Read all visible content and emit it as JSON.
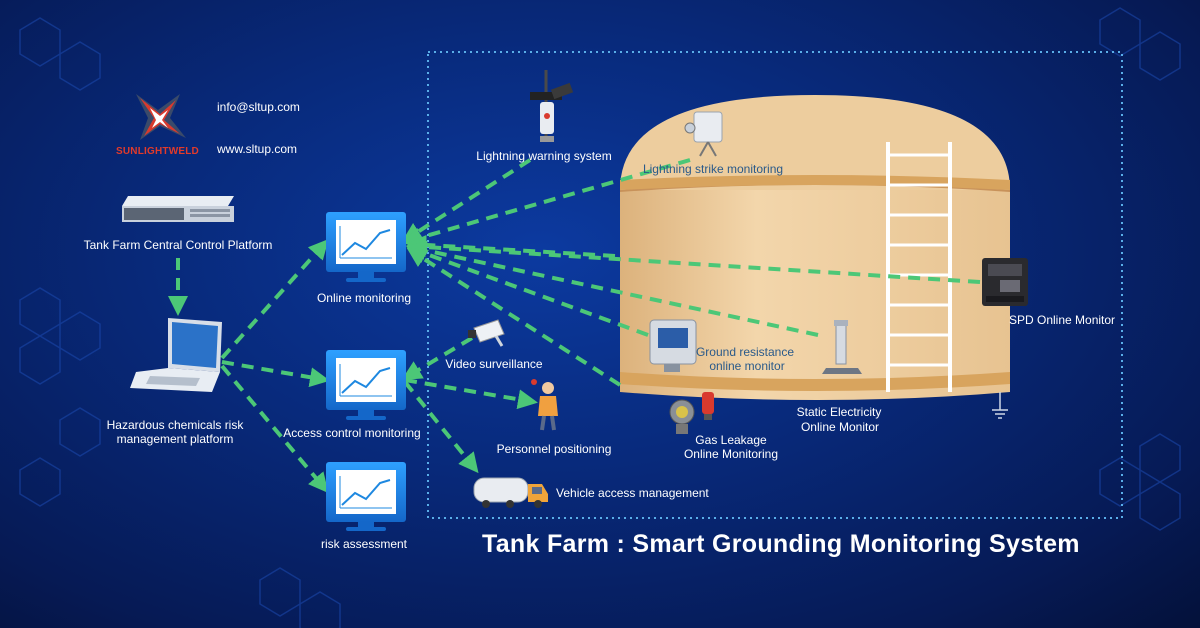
{
  "title": "Tank Farm : Smart Grounding Monitoring System",
  "brand": {
    "name": "SUNLIGHTWELD",
    "email": "info@sltup.com",
    "website": "www.sltup.com"
  },
  "nodes": {
    "central": "Tank Farm Central Control Platform",
    "hazard_line1": "Hazardous chemicals risk",
    "hazard_line2": "management platform",
    "online": "Online monitoring",
    "access": "Access control monitoring",
    "risk": "risk assessment",
    "lightning_warning": "Lightning warning system",
    "lightning_strike": "Lightning strike monitoring",
    "video": "Video surveillance",
    "personnel": "Personnel positioning",
    "vehicle": "Vehicle access management",
    "gas_line1": "Gas Leakage",
    "gas_line2": "Online Monitoring",
    "ground_line1": "Ground resistance",
    "ground_line2": "online monitor",
    "static_line1": "Static Electricity",
    "static_line2": "Online Monitor",
    "spd": "SPD Online Monitor"
  },
  "colors": {
    "arrow": "#4cc777",
    "tank": "#e9c89a",
    "tank_band": "#d8a45e",
    "dotted_frame": "#5aaee8",
    "brand_red": "#e23a2a",
    "monitor_blue": "#1e88e0"
  }
}
